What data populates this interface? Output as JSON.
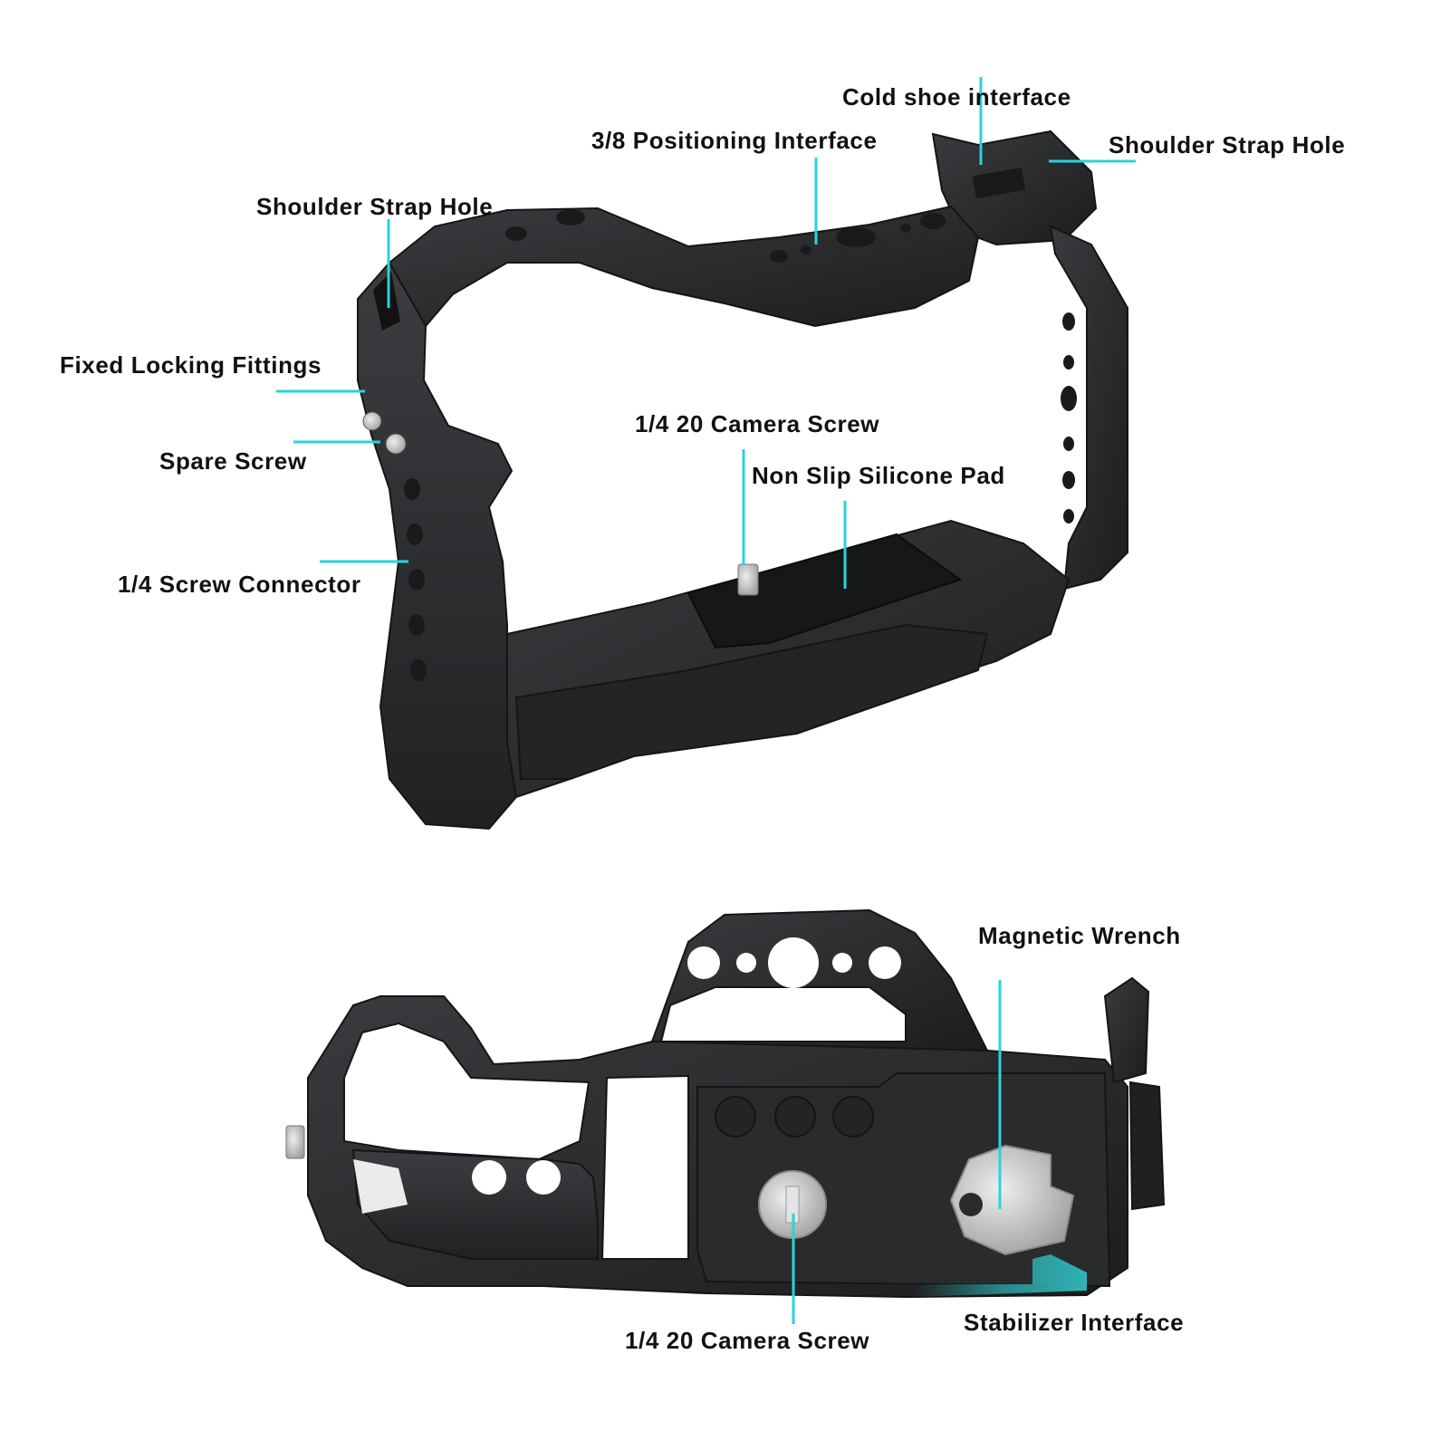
{
  "colors": {
    "leader_line": "#2ad3dc",
    "cage_metal": "#2b2c2e",
    "cage_highlight": "#4a4b4e",
    "cage_shadow": "#141516",
    "silver_screw": "#c9c9c9",
    "silicone_pad": "#161718",
    "accent_teal": "#2fb3b5"
  },
  "labels": {
    "cold_shoe": "Cold shoe interface",
    "positioning_38": "3/8 Positioning Interface",
    "shoulder_strap_right": "Shoulder Strap Hole",
    "shoulder_strap_left": "Shoulder Strap Hole",
    "fixed_locking": "Fixed Locking Fittings",
    "spare_screw": "Spare Screw",
    "screw_connector": "1/4 Screw Connector",
    "camera_screw_top": "1/4 20 Camera Screw",
    "silicone_pad": "Non Slip Silicone Pad",
    "magnetic_wrench": "Magnetic Wrench",
    "stabilizer": "Stabilizer Interface",
    "camera_screw_bottom": "1/4 20 Camera Screw"
  },
  "icons": {
    "front_view": "camera-cage-front-icon",
    "bottom_view": "camera-cage-bottom-icon"
  }
}
